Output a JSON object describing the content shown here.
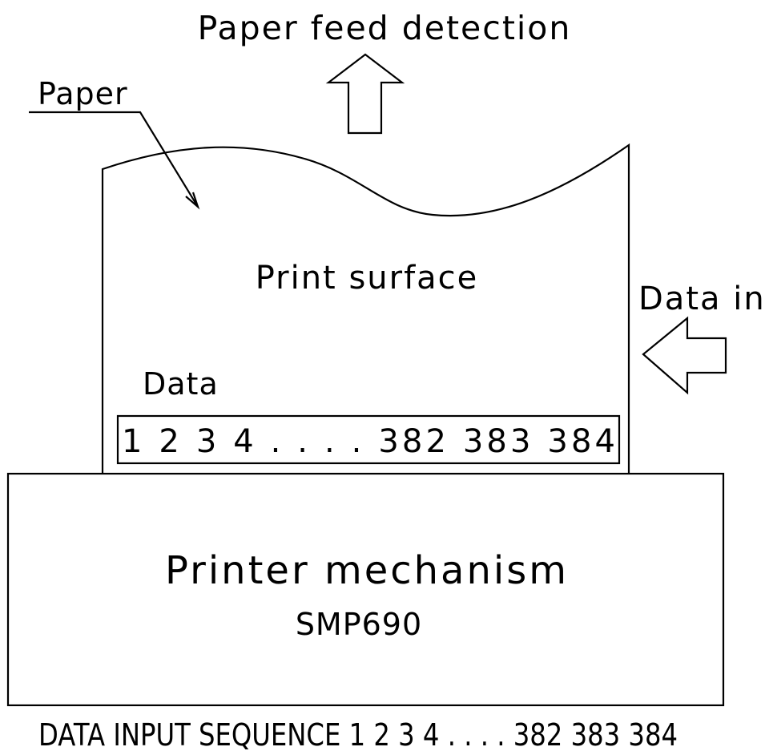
{
  "labels": {
    "feed_detection": "Paper feed detection",
    "paper": "Paper",
    "print_surface": "Print surface",
    "data_in": "Data in",
    "data": "Data",
    "data_row": "1 2 3 4 . . . . 382 383 384",
    "mechanism_title": "Printer mechanism",
    "mechanism_model": "SMP690",
    "sequence": "DATA INPUT SEQUENCE 1 2 3 4 . . . . 382 383 384"
  }
}
